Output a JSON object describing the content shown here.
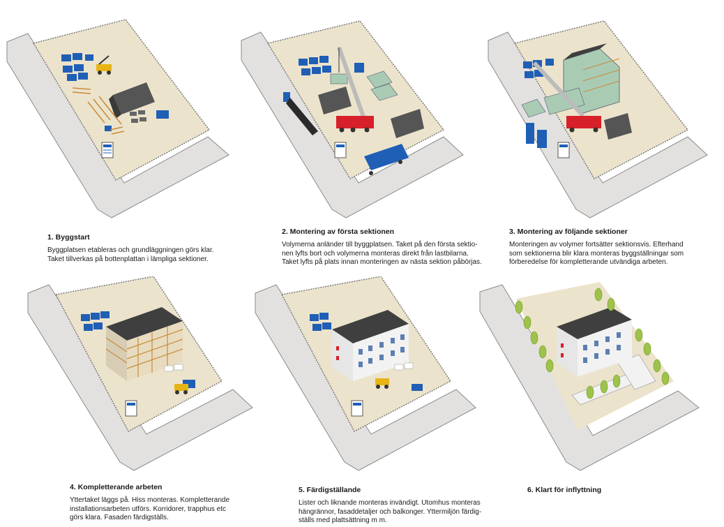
{
  "steps": [
    {
      "title": "1. Byggstart",
      "body": "Byggplatsen etableras och grundläggningen görs klar.\nTaket tillverkas på bottenplattan i lämpliga sektioner."
    },
    {
      "title": "2. Montering av första sektionen",
      "body": "Volymerna anländer till byggplatsen. Taket på den första sektio-\nnen lyfts bort och volymerna monteras direkt från lastbilarna.\nTaket lyfts på plats innan monteringen av nästa sektion påbörjas."
    },
    {
      "title": "3. Montering av följande sektioner",
      "body": "Monteringen av volymer fortsätter sektionsvis. Efterhand\nsom sektionerna blir klara monteras byggställningar som\nförberedelse för kompletterande utvändiga arbeten."
    },
    {
      "title": "4. Kompletterande arbeten",
      "body": "Yttertaket läggs på. Hiss monteras. Kompletterande\ninstallationsarbeten utförs. Korridorer, trapphus etc\ngörs klara. Fasaden färdigställs."
    },
    {
      "title": "5. Färdigställande",
      "body": "Lister och liknande monteras invändigt. Utomhus monteras\nhängrännor, fasaddetaljer och balkonger. Yttermiljön färdig-\nställs med plattsättning m m."
    },
    {
      "title": "6. Klart för inflyttning",
      "body": ""
    }
  ],
  "colors": {
    "road": "#e3e1e0",
    "road_edge": "#8a8a8a",
    "ground": "#ece3cc",
    "fence": "#7a7a7a",
    "container": "#1f5fb5",
    "hall": "#555555",
    "crane": "#d8202a",
    "module": "#a9cbb4",
    "roof": "#3f3f3f",
    "facade": "#f2f2f2",
    "scaffold": "#c98b3a",
    "tree": "#9ec24a",
    "excavator": "#e7b416"
  }
}
